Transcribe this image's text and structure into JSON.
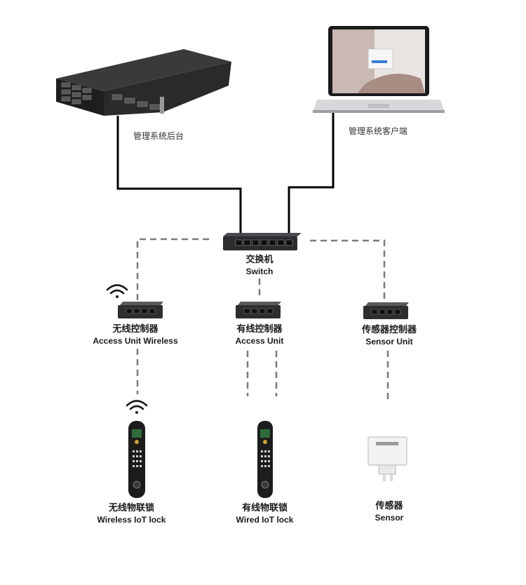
{
  "nodes": {
    "server": {
      "label": "管理系统后台"
    },
    "laptop": {
      "label": "管理系统客户端"
    },
    "switch": {
      "label_cn": "交换机",
      "label_en": "Switch"
    },
    "access_wireless": {
      "label_cn": "无线控制器",
      "label_en": "Access Unit Wireless"
    },
    "access_wired": {
      "label_cn": "有线控制器",
      "label_en": "Access Unit"
    },
    "sensor_unit": {
      "label_cn": "传感器控制器",
      "label_en": "Sensor Unit"
    },
    "wireless_lock": {
      "label_cn": "无线物联锁",
      "label_en": "Wireless IoT lock"
    },
    "wired_lock": {
      "label_cn": "有线物联锁",
      "label_en": "Wired IoT lock"
    },
    "sensor": {
      "label_cn": "传感器",
      "label_en": "Sensor"
    }
  },
  "colors": {
    "solid_line": "#000000",
    "dashed_line": "#7a7a7a",
    "device_dark": "#2e2e30",
    "lock_body": "#1c1c1c"
  },
  "icons": [
    "server-icon",
    "laptop-icon",
    "switch-icon",
    "wifi-icon",
    "lock-icon",
    "sensor-icon"
  ]
}
